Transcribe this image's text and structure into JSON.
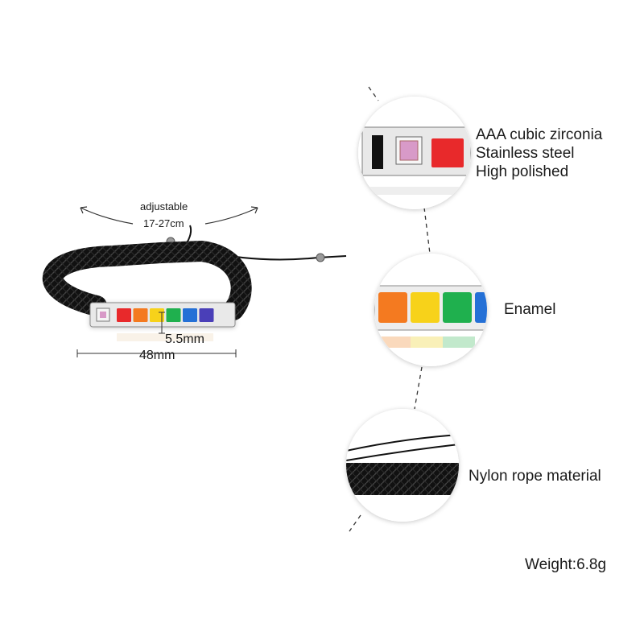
{
  "bracelet": {
    "adjustable_label": "adjustable",
    "size_range": "17-27cm",
    "height_dim": "5.5mm",
    "width_dim": "48mm",
    "enamel_colors": [
      "#e8292b",
      "#f47a20",
      "#f7d21a",
      "#1fb04e",
      "#2470d6",
      "#4a3fb8"
    ],
    "gem_color": "#d89ac8",
    "rope_color": "#111111"
  },
  "features": [
    {
      "lines": [
        "AAA cubic zirconia",
        "Stainless steel",
        "High polished"
      ]
    },
    {
      "lines": [
        "Enamel"
      ]
    },
    {
      "lines": [
        "Nylon rope material"
      ]
    }
  ],
  "weight": "Weight:6.8g"
}
